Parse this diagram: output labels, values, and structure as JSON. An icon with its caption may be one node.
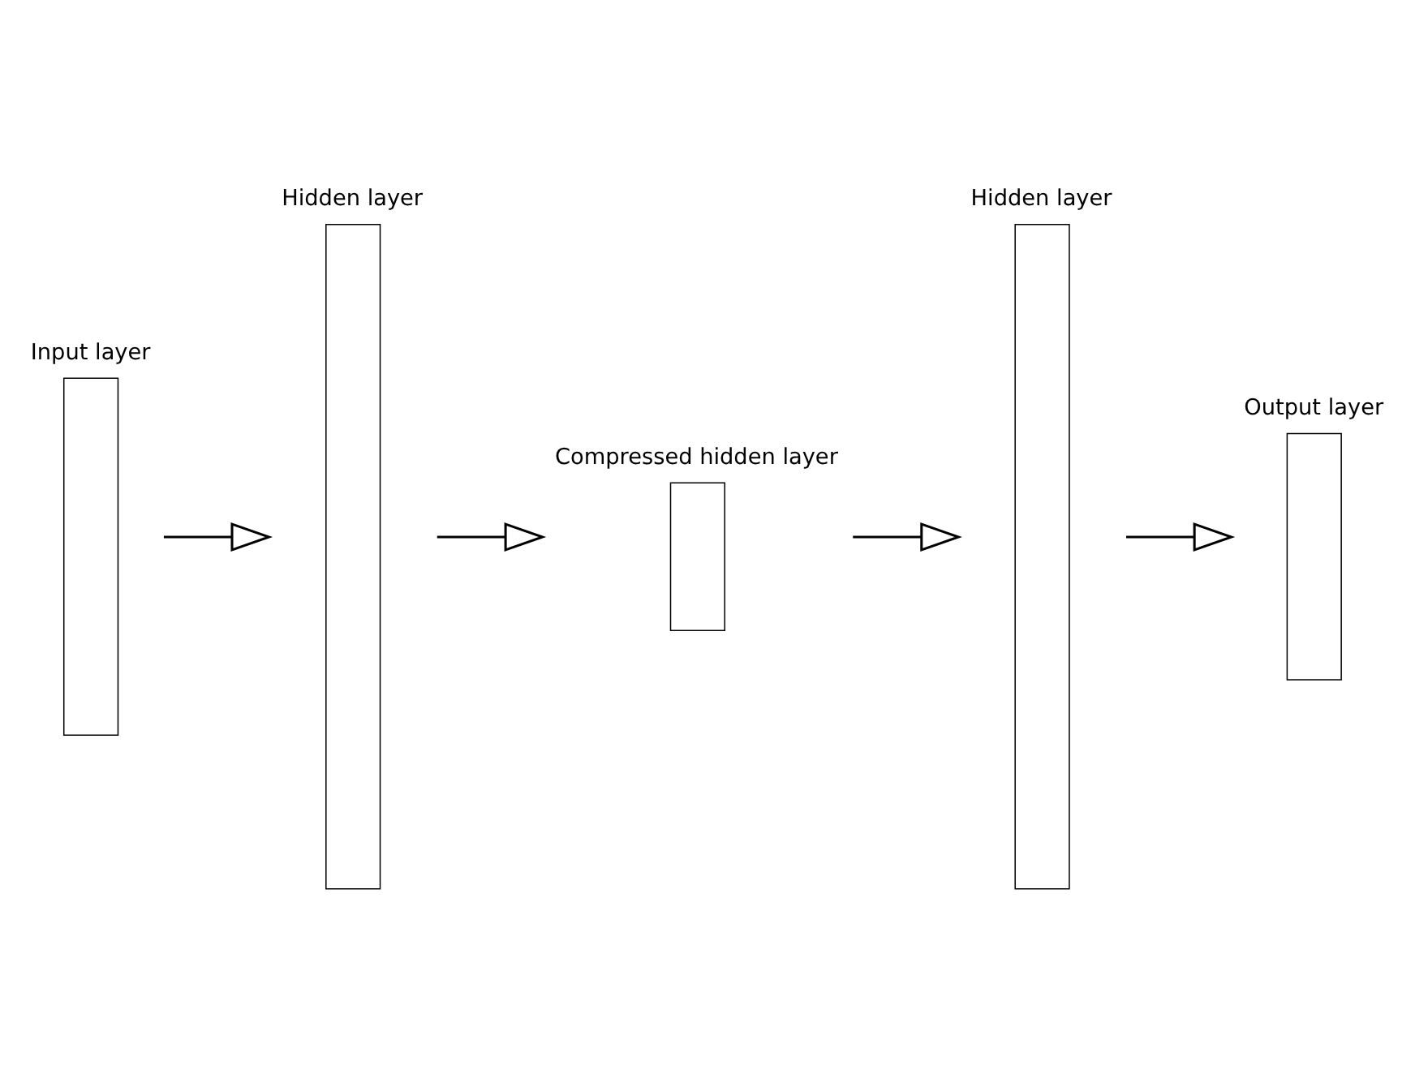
{
  "diagram": {
    "nodes": [
      {
        "text": [
          "Input layer"
        ]
      },
      {
        "text": [
          "Hidden layer"
        ]
      },
      {
        "text": [
          "Compressed hidden layer"
        ]
      },
      {
        "text": [
          "Hidden layer"
        ]
      },
      {
        "text": [
          "Output layer"
        ]
      }
    ],
    "edges": [
      {
        "from": 0,
        "to": 1,
        "arrow": "to"
      },
      {
        "from": 1,
        "to": 2,
        "arrow": "to"
      },
      {
        "from": 2,
        "to": 3,
        "arrow": "to"
      },
      {
        "from": 3,
        "to": 4,
        "arrow": "to"
      }
    ]
  }
}
